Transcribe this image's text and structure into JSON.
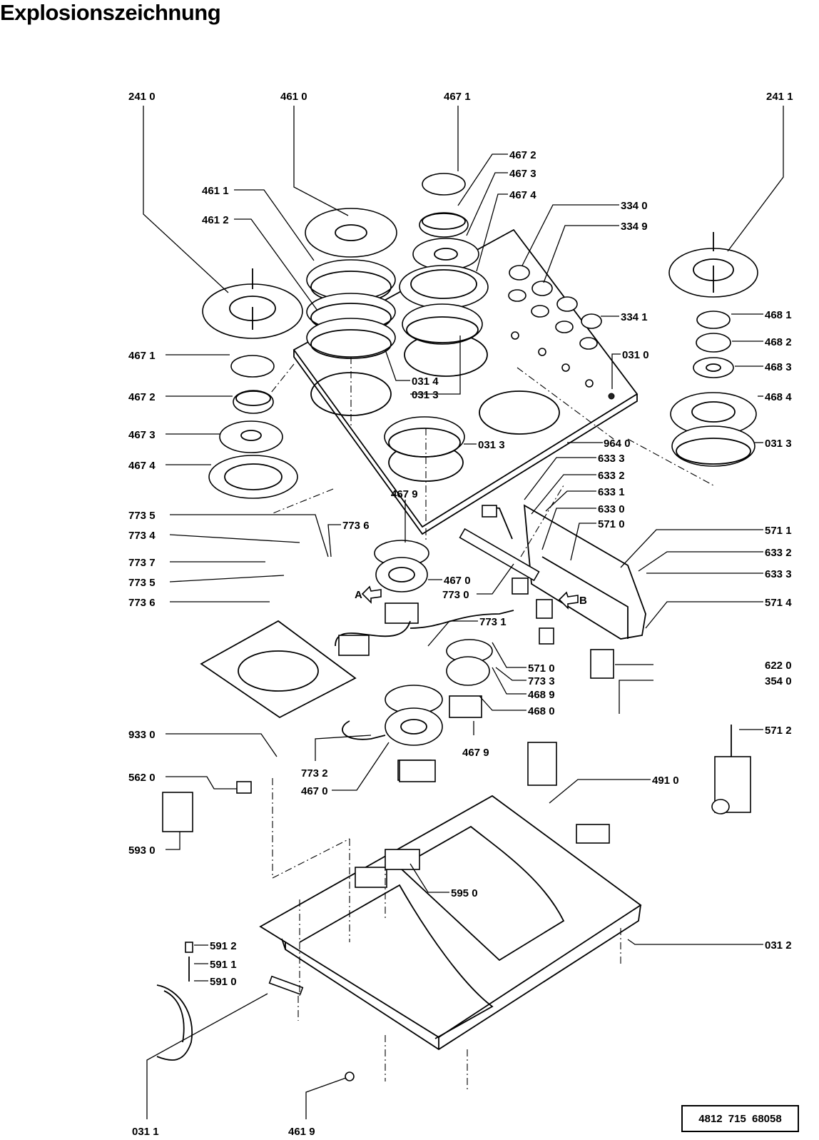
{
  "title": "Explosionszeichnung",
  "doc_number": "4812 715 68058",
  "labels": {
    "l2410": "241 0",
    "l4610": "461 0",
    "l4671a": "467 1",
    "l2411": "241 1",
    "l4672a": "467 2",
    "l4673a": "467 3",
    "l4674a": "467 4",
    "l3340": "334 0",
    "l3349": "334 9",
    "l3341": "334 1",
    "l4611": "461 1",
    "l4612": "461 2",
    "l4681": "468 1",
    "l4682": "468 2",
    "l4683": "468 3",
    "l4684": "468 4",
    "l0313r": "031 3",
    "l0310": "031 0",
    "l4671b": "467 1",
    "l4672b": "467 2",
    "l4673b": "467 3",
    "l4674b": "467 4",
    "l0314": "031 4",
    "l0313a": "031 3",
    "l0313b": "031 3",
    "l9640": "964 0",
    "l6333a": "633 3",
    "l6332a": "633 2",
    "l6331": "633 1",
    "l6330": "633 0",
    "l5710a": "571 0",
    "l5711": "571 1",
    "l6332b": "633 2",
    "l6333b": "633 3",
    "l5714": "571 4",
    "l7735a": "773 5",
    "l7734": "773 4",
    "l7737": "773 7",
    "l7735b": "773 5",
    "l7736b": "773 6",
    "l7736a": "773 6",
    "l4679a": "467 9",
    "l4670a": "467 0",
    "l7730": "773 0",
    "l7731": "773 1",
    "l5710b": "571 0",
    "l7733": "773 3",
    "l4689": "468 9",
    "l4680": "468 0",
    "l6220": "622 0",
    "l3540": "354 0",
    "l5712": "571 2",
    "l9330": "933 0",
    "l5620": "562 0",
    "l5930": "593 0",
    "l7732": "773 2",
    "l4670b": "467 0",
    "l4679b": "467 9",
    "l4910": "491 0",
    "l5950": "595 0",
    "l0312": "031 2",
    "l5912": "591 2",
    "l5911": "591 1",
    "l5910": "591 0",
    "l0311": "031 1",
    "l4619": "461 9",
    "arrowA": "A",
    "arrowB": "B"
  }
}
